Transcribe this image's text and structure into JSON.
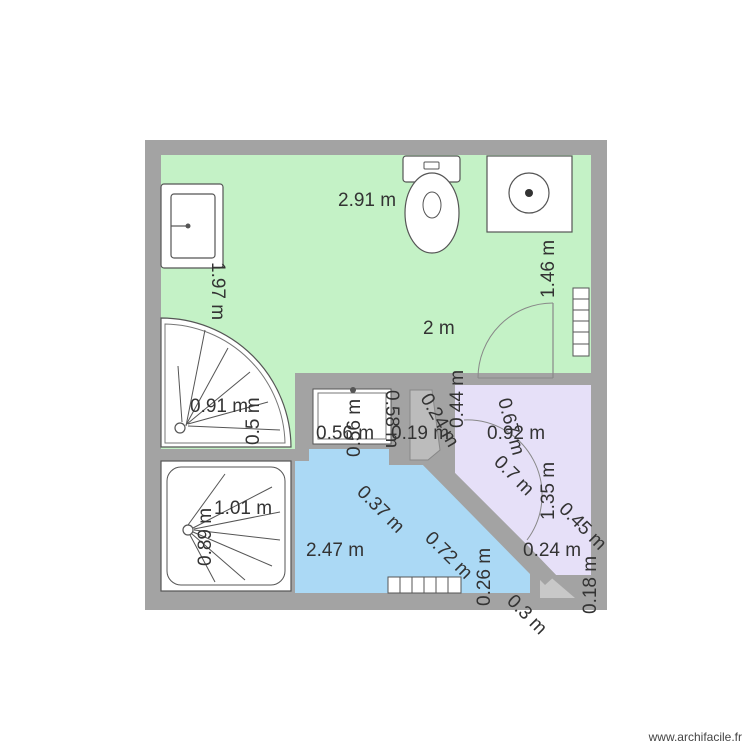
{
  "colors": {
    "wall": "#a3a3a3",
    "room_green": "#c4f2c6",
    "room_blue": "#abd9f5",
    "room_purple": "#e6e0f8",
    "fixture_fill": "#ffffff",
    "fixture_stroke": "#555555",
    "text": "#333333"
  },
  "labels": {
    "top_width": "2.91 m",
    "left_height": "1.97 m",
    "right_height": "1.46 m",
    "green_area": "2 m",
    "shower_corner_w": "0.91 m",
    "shower_corner_h": "0.5 m",
    "small_w": "0.56 m",
    "small_h": "0.56 m",
    "small_h2": "0.58 m",
    "small_area": "0.19 m",
    "wall_a": "0.24 m",
    "wall_b": "0.44 m",
    "purple_w": "0.92 m",
    "diag_a": "0.67 m",
    "diag_b": "0.7 m",
    "purple_h": "1.35 m",
    "diag_c": "0.45 m",
    "shower_w": "1.01 m",
    "shower_h": "0.89 m",
    "blue_area": "2.47 m",
    "diag_d": "0.37 m",
    "diag_e": "0.72 m",
    "blue_h": "0.26 m",
    "purple_bottom": "0.24 m",
    "diag_f": "0.3 m",
    "right_small": "0.18 m"
  },
  "icons": {
    "toilet": "toilet-icon",
    "washer": "washing-machine-icon",
    "sink": "sink-icon",
    "corner_shower": "corner-shower-icon",
    "square_shower": "square-shower-icon",
    "radiator": "radiator-icon",
    "door": "door-swing-icon"
  },
  "watermark": "www.archifacile.fr"
}
